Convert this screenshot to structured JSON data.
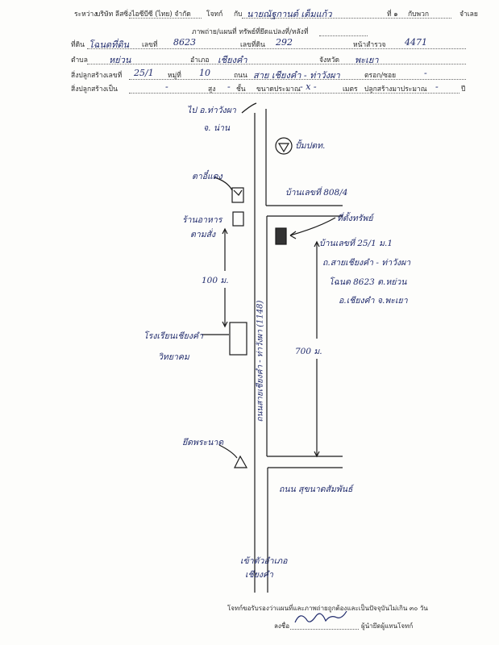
{
  "header": {
    "between_label": "ระหว่าง",
    "company": "บริษัท ลีสซิ่งไอซีบีซี (ไทย) จำกัด",
    "plaintiff_label": "โจทก์",
    "with_label": "กับ",
    "defendant": "นายณัฐกานต์ เต็มแก้ว",
    "number_one": "ที่ ๑",
    "others": "กับพวก",
    "defendant_suffix": "จำเลย"
  },
  "map_title": "ภาพถ่าย/แผนที่ ทรัพย์ที่ยึดแปลงที่/หลังที่",
  "land": {
    "title_label": "ที่ดิน",
    "title_value": "โฉนดที่ดิน",
    "number_label": "เลขที่",
    "number_value": "8623",
    "land_no_label": "เลขที่ดิน",
    "land_no_value": "292",
    "survey_label": "หน้าสำรวจ",
    "survey_value": "4471",
    "subdistrict_label": "ตำบล",
    "subdistrict_value": "หย่วน",
    "district_label": "อำเภอ",
    "district_value": "เชียงคำ",
    "province_label": "จังหวัด",
    "province_value": "พะเยา"
  },
  "building": {
    "house_no_label": "สิ่งปลูกสร้างเลขที่",
    "house_no_value": "25/1",
    "moo_label": "หมู่ที่",
    "moo_value": "10",
    "road_label": "ถนน",
    "road_value": "สาย เชียงคำ - ท่าวังผา",
    "alley_label": "ตรอก/ซอย",
    "alley_value": "-",
    "type_label": "สิ่งปลูกสร้างเป็น",
    "type_value": "-",
    "height_label": "สูง",
    "height_value": "-",
    "floor_label": "ชั้น",
    "size_label": "ขนาดประมาณ",
    "size_value": "- x -",
    "meter_label": "เมตร",
    "built_label": "ปลูกสร้างมาประมาณ",
    "built_value": "-",
    "year_label": "ปี"
  },
  "sketch": {
    "to_tawangpha": "ไป อ.ท่าวังผา",
    "to_nan": "จ. น่าน",
    "pump": "ปั้มปตท.",
    "school_near": "ตาอี๋แดง",
    "house_808": "บ้านเลขที่ 808/4",
    "restaurant_1": "ร้านอาหาร",
    "restaurant_2": "ตามสั่ง",
    "target_label": "ที่ตั้งทรัพย์",
    "target_addr_1": "บ้านเลขที่ 25/1 ม.1",
    "target_addr_2": "ถ.สายเชียงคำ - ท่าวังผา",
    "target_addr_3": "โฉนด 8623 ต.หย่วน",
    "target_addr_4": "อ.เชียงคำ จ.พะเยา",
    "dist_100": "100 ม.",
    "dist_700": "700 ม.",
    "school_1": "โรงเรียนเชียงคำ",
    "school_2": "วิทยาคม",
    "road_name": "ถนนสายเชียงคำ - ท่าวังผา (1148)",
    "temple": "ยึดพระนาด",
    "soi_name": "ถนน สุขนาดสัมพันธ์",
    "to_district_1": "เข้าตัวอำเภอ",
    "to_district_2": "เชียงคำ"
  },
  "footer": {
    "certify": "โจทก์ขอรับรองว่าแผนที่และภาพถ่ายถูกต้องและเป็นปัจจุบันไม่เกิน ๓๐ วัน",
    "sign_label": "ลงชื่อ",
    "signer_role": "ผู้นำยึดผู้แทนโจทก์"
  }
}
